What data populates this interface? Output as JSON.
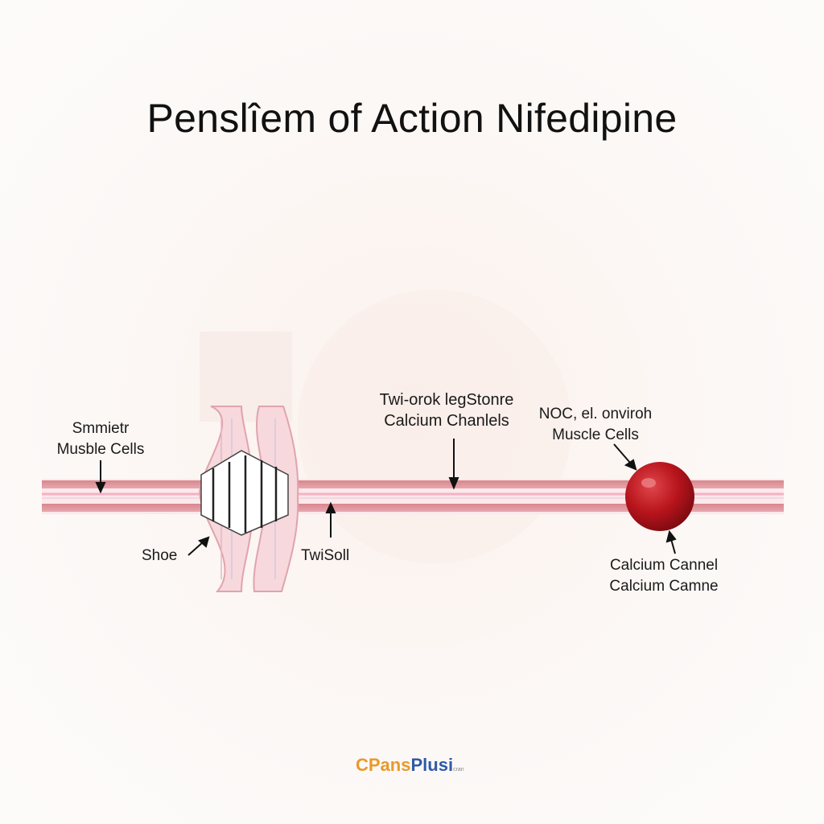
{
  "title": "Penslîem of Action Nifedipine",
  "labels": {
    "smooth_line1": "Smmietr",
    "smooth_line2": "Musble Cells",
    "twi_line1": "Twi-orok legStonre",
    "twi_line2": "Calcium Chanlels",
    "noc_line1": "NOC, el. onviroh",
    "noc_line2": "Muscle Cells",
    "shoe": "Shoe",
    "twisoll": "TwiSoll",
    "calcium_line1": "Calcium Cannel",
    "calcium_line2": "Calcium Camne"
  },
  "logo": {
    "part1": "CPans",
    "part2": "Plusi",
    "suffix": "cran"
  },
  "colors": {
    "vessel_outer": "#e2a0a6",
    "vessel_inner": "#f6c6d4",
    "channel_fill": "#f7dbe0",
    "ball": "#b8141c"
  }
}
